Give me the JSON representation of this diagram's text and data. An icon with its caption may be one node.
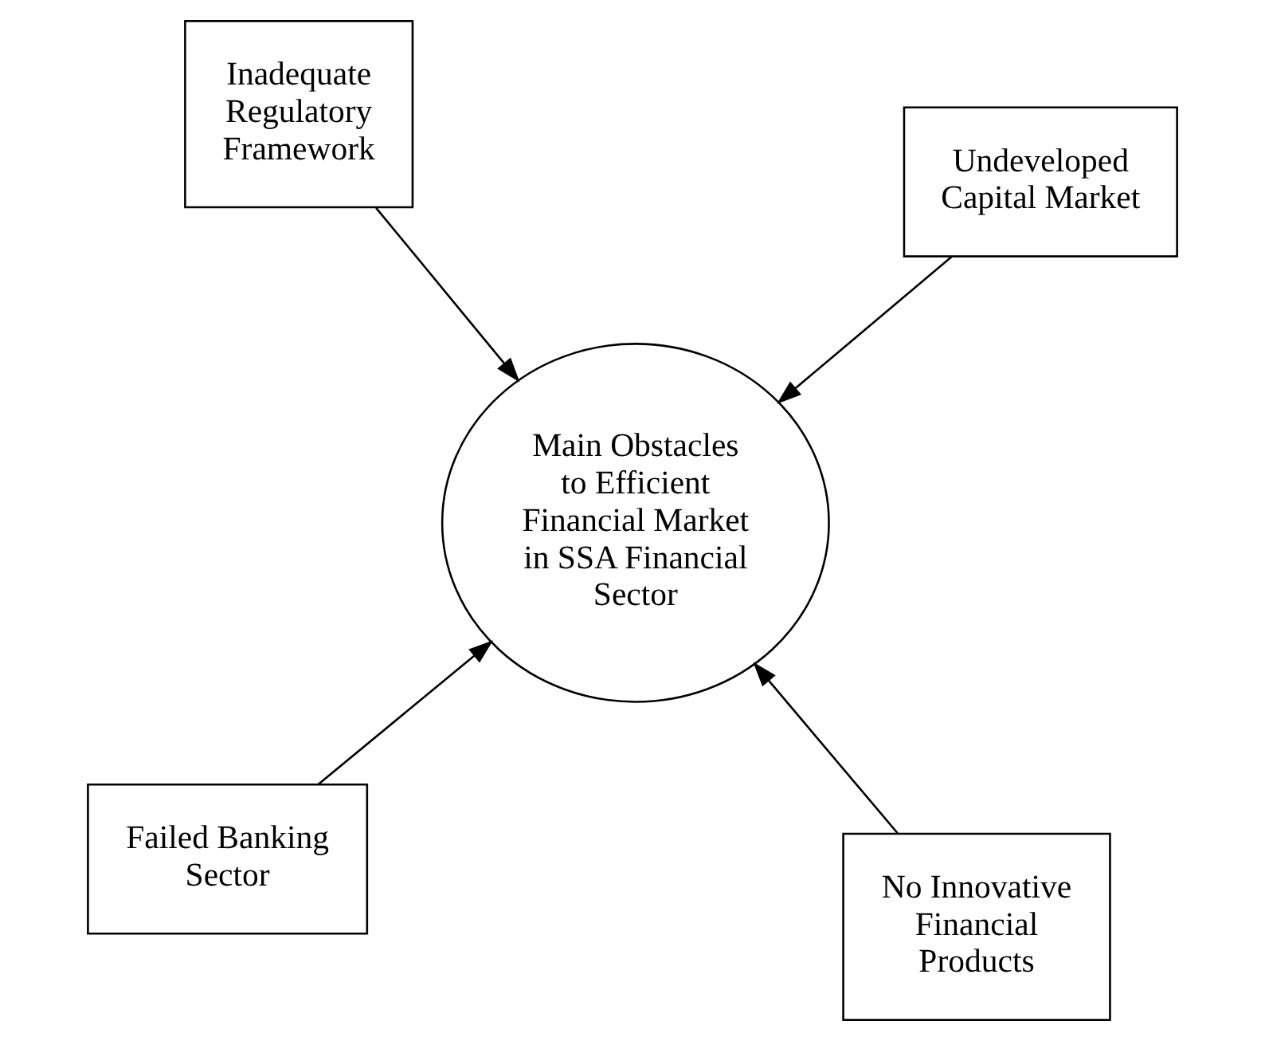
{
  "diagram": {
    "nodes": [
      {
        "text": [
          "Failed Banking Sector"
        ]
      },
      {
        "text": [
          "No Innovative Financial Products"
        ]
      },
      {
        "text": [
          "Main Obstacles to Efficient Financial Market in SSA Financial Sector"
        ]
      },
      {
        "text": [
          "Inadequate Regulatory Framework"
        ]
      },
      {
        "text": [
          "Undeveloped Capital Market"
        ]
      }
    ],
    "edges": [
      {
        "from": 0,
        "to": 2,
        "arrow": "to"
      },
      {
        "from": 1,
        "to": 2,
        "arrow": "to"
      },
      {
        "from": 3,
        "to": 2,
        "arrow": "to"
      },
      {
        "from": 4,
        "to": 2,
        "arrow": "to"
      }
    ]
  }
}
